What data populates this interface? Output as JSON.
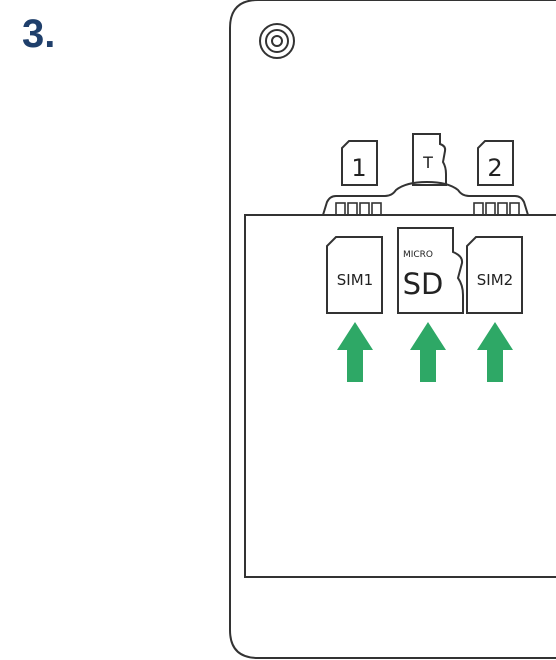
{
  "step": {
    "number": "3."
  },
  "slot_labels": {
    "slot1": "1",
    "microsd_tray": "T",
    "slot2": "2"
  },
  "cards": {
    "sim1": {
      "label": "SIM1"
    },
    "microsd": {
      "top_label": "MICRO",
      "main_label": "SD"
    },
    "sim2": {
      "label": "SIM2"
    }
  },
  "colors": {
    "line": "#333333",
    "arrow": "#2ea866",
    "step_number": "#1f3f6b",
    "background": "#ffffff"
  }
}
